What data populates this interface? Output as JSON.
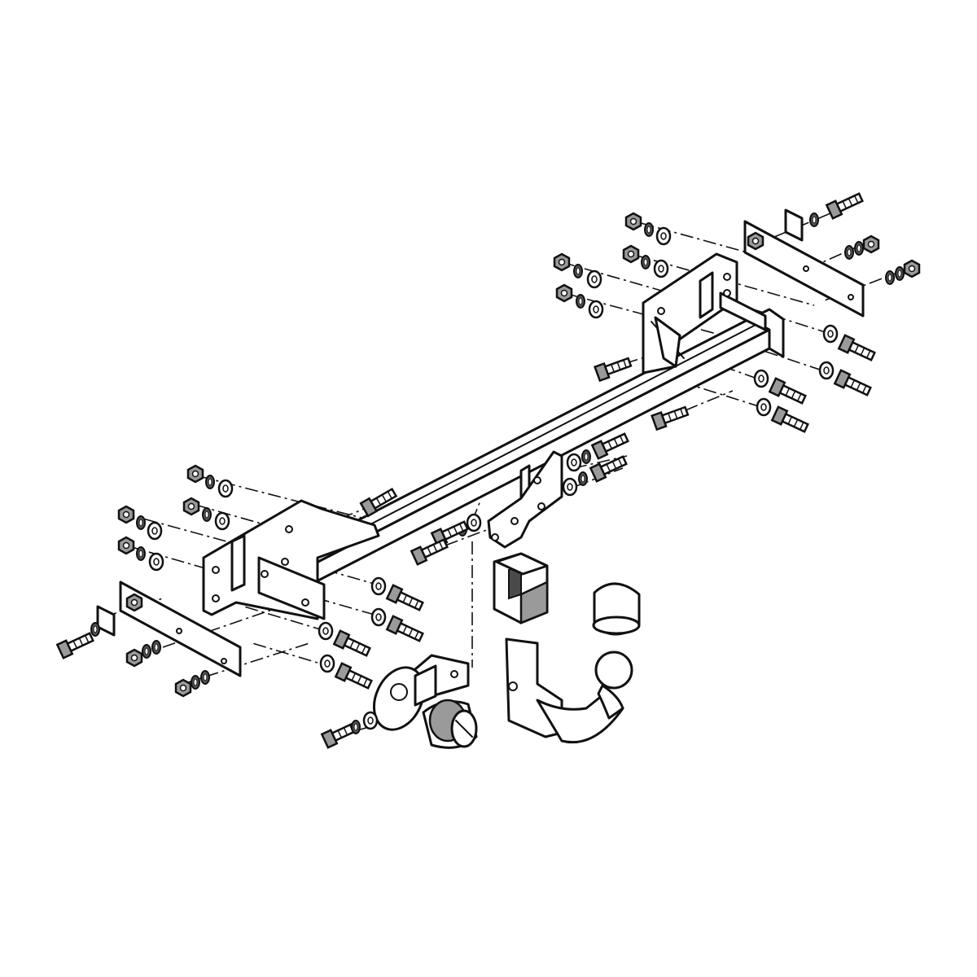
{
  "diagram": {
    "style": "exploded-isometric-line-drawing",
    "colors": {
      "line": "#111111",
      "background": "#ffffff",
      "fastener_shade": "#9a9a9a"
    },
    "parts": [
      {
        "id": "crossbar",
        "kind": "main-tow-bar-beam"
      },
      {
        "id": "left-bracket",
        "kind": "mounting-bracket"
      },
      {
        "id": "right-bracket",
        "kind": "mounting-bracket"
      },
      {
        "id": "left-plate",
        "kind": "counter-plate"
      },
      {
        "id": "right-plate",
        "kind": "counter-plate"
      },
      {
        "id": "socket-receiver",
        "kind": "ball-neck-receiver"
      },
      {
        "id": "ball-neck",
        "kind": "detachable-tow-ball-neck"
      },
      {
        "id": "ball-cap",
        "kind": "tow-ball-cover"
      },
      {
        "id": "socket-plate",
        "kind": "electrical-socket-mounting-plate"
      },
      {
        "id": "socket",
        "kind": "electrical-socket"
      }
    ],
    "fasteners": [
      "nut",
      "washer",
      "spring-washer",
      "bolt"
    ]
  }
}
